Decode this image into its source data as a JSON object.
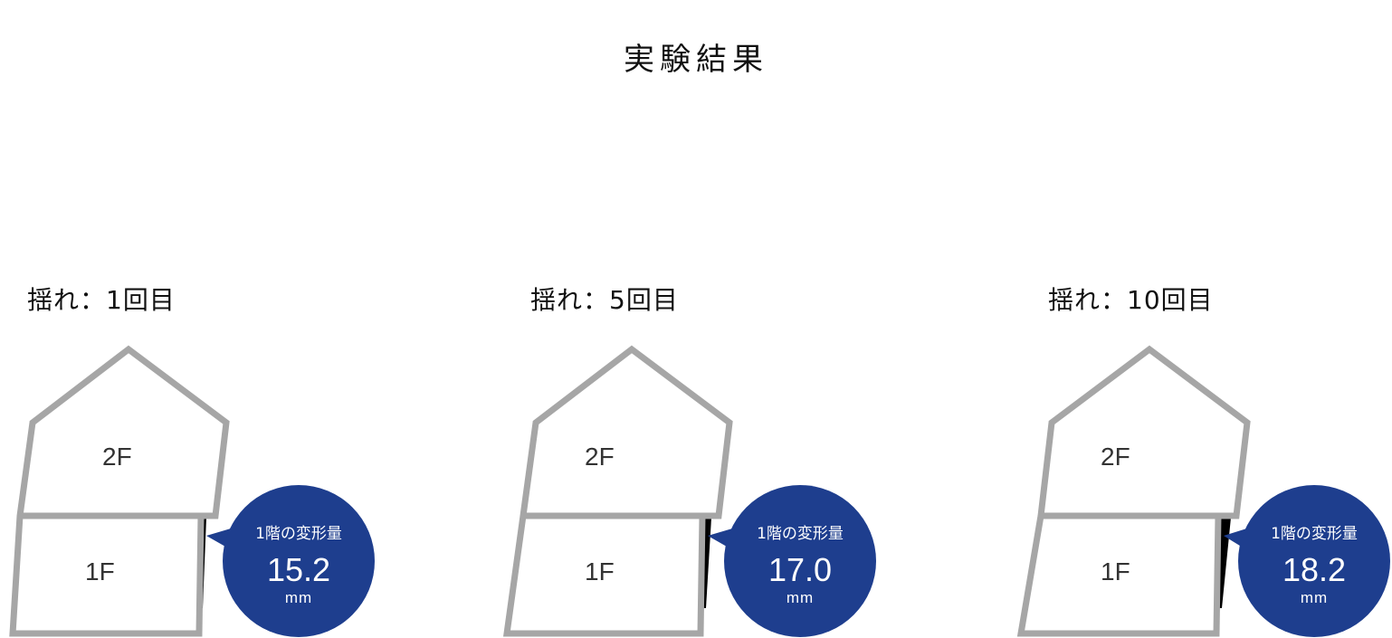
{
  "title": "実験結果",
  "colors": {
    "outline": "#a6a6a6",
    "bubble": "#1e3e8e",
    "gap": "#000000"
  },
  "panels": [
    {
      "label": "揺れ：1回目",
      "upper_floor": "2F",
      "lower_floor": "1F",
      "bubble_title": "1階の変形量",
      "deformation": "15.2",
      "unit": "mm"
    },
    {
      "label": "揺れ：5回目",
      "upper_floor": "2F",
      "lower_floor": "1F",
      "bubble_title": "1階の変形量",
      "deformation": "17.0",
      "unit": "mm"
    },
    {
      "label": "揺れ：10回目",
      "upper_floor": "2F",
      "lower_floor": "1F",
      "bubble_title": "1階の変形量",
      "deformation": "18.2",
      "unit": "mm"
    }
  ]
}
